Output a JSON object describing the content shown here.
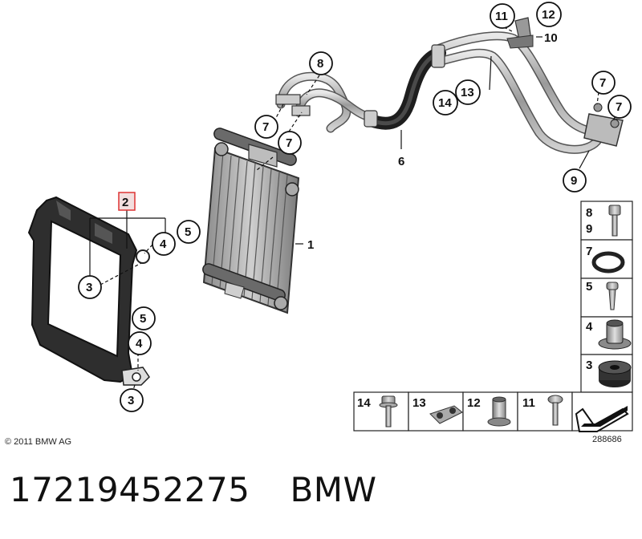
{
  "diagram": {
    "copyright": "© 2011 BMW AG",
    "image_number": "288686",
    "callouts": [
      "1",
      "2",
      "3",
      "3",
      "4",
      "4",
      "5",
      "5",
      "6",
      "7",
      "7",
      "7",
      "7",
      "8",
      "9",
      "10",
      "11",
      "12",
      "13",
      "14"
    ],
    "parts_legend": [
      {
        "numbers": [
          "8",
          "9"
        ],
        "part": "bolt-icon"
      },
      {
        "numbers": [
          "7"
        ],
        "part": "o-ring-icon"
      },
      {
        "numbers": [
          "5"
        ],
        "part": "screw-icon"
      },
      {
        "numbers": [
          "4"
        ],
        "part": "bushing-icon"
      },
      {
        "numbers": [
          "3"
        ],
        "part": "rubber-mount-icon"
      }
    ],
    "bottom_legend": [
      {
        "number": "14",
        "part": "flange-bolt-icon"
      },
      {
        "number": "13",
        "part": "pipe-clamp-icon"
      },
      {
        "number": "12",
        "part": "spacer-nut-icon"
      },
      {
        "number": "11",
        "part": "oval-head-bolt-icon"
      }
    ]
  },
  "caption": {
    "part_number": "17219452275",
    "brand": "BMW"
  }
}
